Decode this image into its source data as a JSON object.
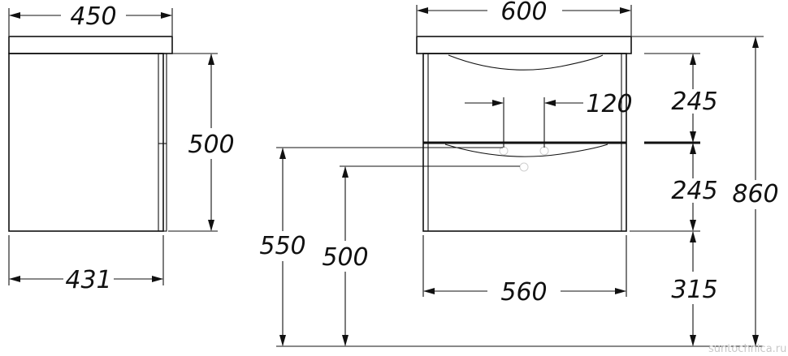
{
  "drawing": {
    "side_view": {
      "top_width": "450",
      "body_height": "500",
      "bottom_depth": "431"
    },
    "front_view": {
      "top_width": "600",
      "body_width": "560",
      "drain_offset": "120",
      "drawer_heights": [
        "245",
        "245"
      ],
      "bottom_gap": "315",
      "total_height": "860",
      "basin_height": "550",
      "counter_height": "500"
    },
    "watermark": "suntochnica.ru"
  }
}
